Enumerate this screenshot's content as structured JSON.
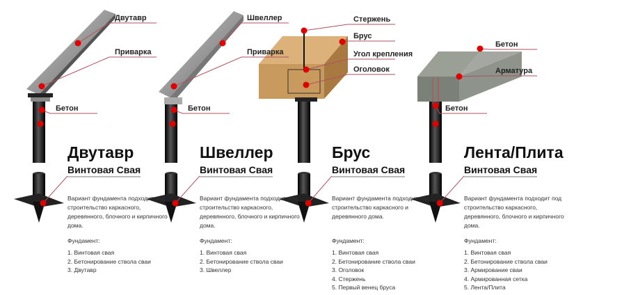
{
  "columns": [
    {
      "title": "Двутавр",
      "subtitle": "Винтовая Свая",
      "description": "Вариант фундамента подходит под строительство каркасного, деревянного, блочного и кирпичного дома.",
      "foundation_heading": "Фундамент:",
      "steps": [
        "1. Винтовая свая",
        "2. Бетонирование ствола сваи",
        "3. Двутавр"
      ],
      "labels": [
        "Двутавр",
        "Приварка",
        "Бетон"
      ]
    },
    {
      "title": "Швеллер",
      "subtitle": "Винтовая Свая",
      "description": "Вариант фундамента подходит под строительство каркасного, деревянного, блочного и кирпичного дома.",
      "foundation_heading": "Фундамент:",
      "steps": [
        "1. Винтовая свая",
        "2. Бетонирование ствола сваи",
        "3. Швеллер"
      ],
      "labels": [
        "Швеллер",
        "Приварка",
        "Бетон"
      ]
    },
    {
      "title": "Брус",
      "subtitle": "Винтовая Свая",
      "description": "Вариант фундамента подходит под строительство каркасного и деревянного дома.",
      "foundation_heading": "Фундамент:",
      "steps": [
        "1. Винтовая свая",
        "2. Бетонирование ствола сваи",
        "3. Оголовок",
        "4. Стержень",
        "5. Первый венец бруса"
      ],
      "labels": [
        "Стержень",
        "Брус",
        "Угол крепления",
        "Оголовок"
      ]
    },
    {
      "title": "Лента/Плита",
      "subtitle": "Винтовая Свая",
      "description": "Вариант фундамента подходит под строительство каркасного, деревянного, блочного и кирпичного дома.",
      "foundation_heading": "Фундамент:",
      "steps": [
        "1. Винтовая свая",
        "2. Бетонирование ствола сваи",
        "3. Армирование сваи",
        "4. Армированная сетка",
        "5. Лента/Плита"
      ],
      "labels": [
        "Бетон",
        "Арматура",
        "Бетон"
      ]
    }
  ],
  "colors": {
    "marker": "#e00000",
    "pile": "#1a1a1a",
    "wood": "#c99a5e",
    "concrete": "#8a8f88",
    "steel": "#9a9a9a"
  }
}
